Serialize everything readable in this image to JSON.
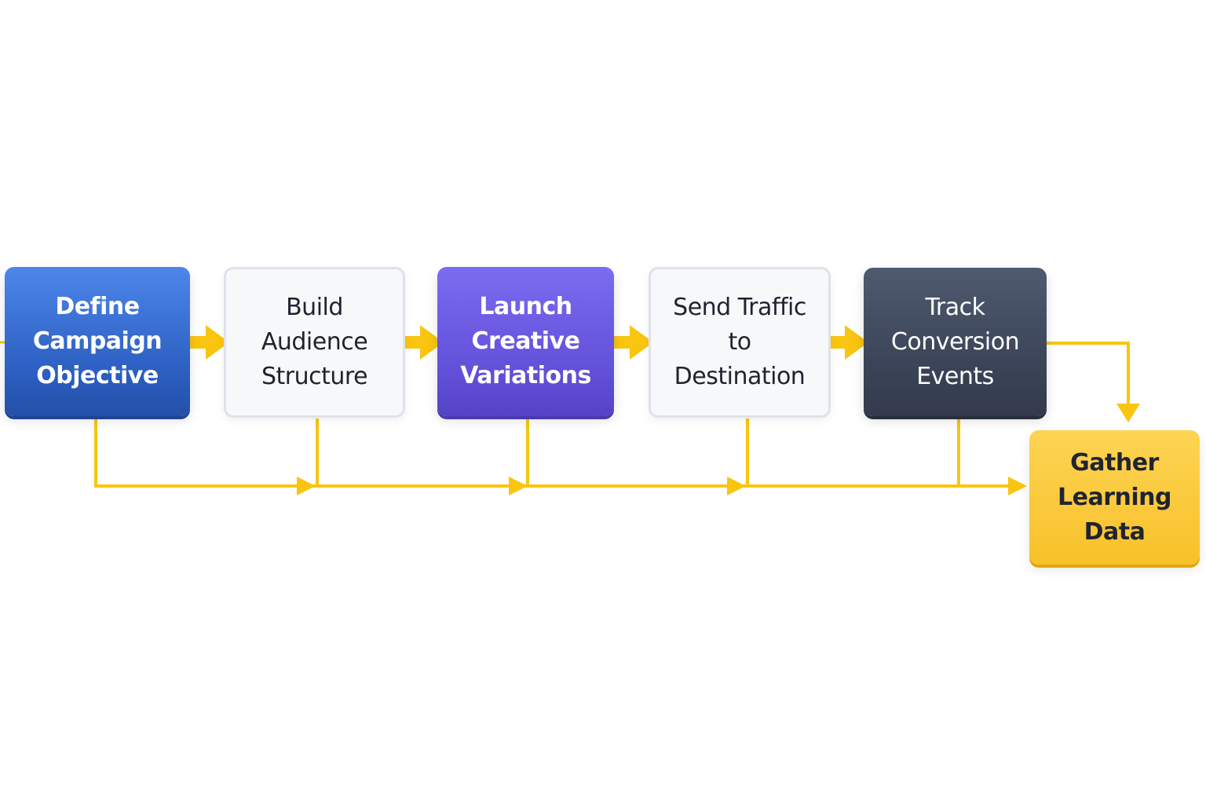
{
  "diagram": {
    "type": "flowchart",
    "colors": {
      "connector": "#f9c510",
      "blue": "#2f63c6",
      "purple": "#6453dc",
      "dark": "#3c4558",
      "yellow": "#f9c52e",
      "neutral": "#f7f8fa"
    },
    "nodes": [
      {
        "id": "define",
        "label": "Define\nCampaign\nObjective",
        "style": "blue"
      },
      {
        "id": "build",
        "label": "Build\nAudience\nStructure",
        "style": "white"
      },
      {
        "id": "launch",
        "label": "Launch\nCreative\nVariations",
        "style": "purple"
      },
      {
        "id": "send",
        "label": "Send Traffic\nto\nDestination",
        "style": "white"
      },
      {
        "id": "track",
        "label": "Track\nConversion\nEvents",
        "style": "dark"
      },
      {
        "id": "gather",
        "label": "Gather\nLearning\nData",
        "style": "yellow"
      }
    ],
    "edges": [
      {
        "from": "define",
        "to": "build"
      },
      {
        "from": "build",
        "to": "launch"
      },
      {
        "from": "launch",
        "to": "send"
      },
      {
        "from": "send",
        "to": "track"
      },
      {
        "from": "track",
        "to": "gather"
      },
      {
        "from": "define",
        "to": "gather",
        "via": "bottom-bus"
      },
      {
        "from": "build",
        "to": "gather",
        "via": "bottom-bus"
      },
      {
        "from": "launch",
        "to": "gather",
        "via": "bottom-bus"
      },
      {
        "from": "send",
        "to": "gather",
        "via": "bottom-bus"
      }
    ]
  }
}
